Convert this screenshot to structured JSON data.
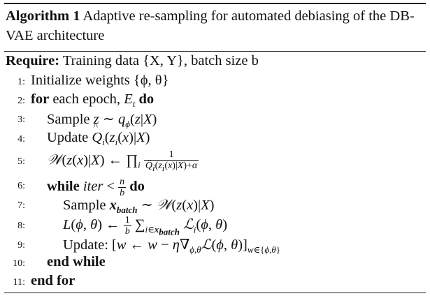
{
  "caption": {
    "label": "Algorithm 1",
    "text": "Adaptive re-sampling for automated debiasing of the DB-VAE architecture"
  },
  "require": {
    "keyword": "Require:",
    "text": "Training data {X, Y}, batch size b"
  },
  "lines": [
    {
      "num": "1:"
    },
    {
      "num": "2:"
    },
    {
      "num": "3:"
    },
    {
      "num": "4:"
    },
    {
      "num": "5:"
    },
    {
      "num": "6:"
    },
    {
      "num": "7:"
    },
    {
      "num": "8:"
    },
    {
      "num": "9:"
    },
    {
      "num": "10:"
    },
    {
      "num": "11:"
    }
  ],
  "keywords": {
    "for": "for",
    "do": "do",
    "while": "while",
    "end_while": "end while",
    "end_for": "end for"
  },
  "text": {
    "initialize": "Initialize weights {ϕ, θ}",
    "each_epoch": "each epoch,",
    "sample": "Sample",
    "update": "Update",
    "update_colon": "Update:"
  }
}
